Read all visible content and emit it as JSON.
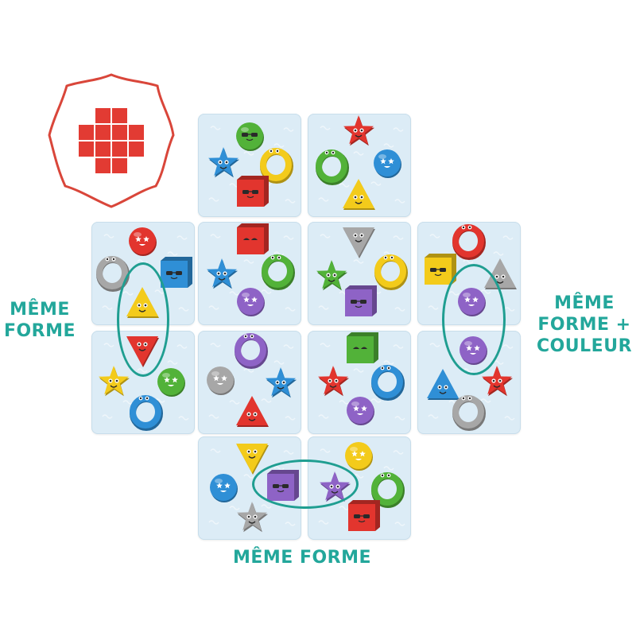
{
  "labels": {
    "left": "MÊME\nFORME",
    "right": "MÊME\nFORME +\nCOULEUR",
    "bottom": "MÊME FORME"
  },
  "badge": {
    "icon": "cross-grid-pattern-icon",
    "border_color": "#d9463a",
    "square_color": "#e23b33"
  },
  "colors": {
    "accent": "#23a79b",
    "tile_background": "#dcecf6",
    "red": "#e2352e",
    "blue": "#2f8fd6",
    "yellow": "#f3cb1b",
    "green": "#52b239",
    "purple": "#8e63c6",
    "grey": "#a7a7a7"
  },
  "tiles": [
    {
      "id": "r0c1",
      "shapes": [
        {
          "type": "circle",
          "color": "green",
          "face": "sunglasses"
        },
        {
          "type": "star",
          "color": "blue",
          "face": "smile"
        },
        {
          "type": "ring",
          "color": "yellow"
        },
        {
          "type": "square",
          "color": "red",
          "face": "sunglasses"
        }
      ]
    },
    {
      "id": "r0c2",
      "shapes": [
        {
          "type": "star",
          "color": "red",
          "face": "smile"
        },
        {
          "type": "ring",
          "color": "green"
        },
        {
          "type": "circle",
          "color": "blue",
          "face": "star-eyes"
        },
        {
          "type": "triangle",
          "color": "yellow",
          "face": "smile"
        }
      ]
    },
    {
      "id": "r1c0",
      "shapes": [
        {
          "type": "circle",
          "color": "red",
          "face": "star-eyes"
        },
        {
          "type": "ring",
          "color": "grey"
        },
        {
          "type": "square",
          "color": "blue",
          "face": "sunglasses"
        },
        {
          "type": "triangle",
          "color": "yellow",
          "face": "smile"
        }
      ]
    },
    {
      "id": "r1c1",
      "shapes": [
        {
          "type": "square",
          "color": "red",
          "face": "sleepy"
        },
        {
          "type": "star",
          "color": "blue",
          "face": "smile"
        },
        {
          "type": "ring",
          "color": "green"
        },
        {
          "type": "circle",
          "color": "purple",
          "face": "star-eyes"
        }
      ]
    },
    {
      "id": "r1c2",
      "shapes": [
        {
          "type": "triangle-down",
          "color": "grey",
          "face": "smile"
        },
        {
          "type": "star",
          "color": "green",
          "face": "smile"
        },
        {
          "type": "ring",
          "color": "yellow"
        },
        {
          "type": "square",
          "color": "purple",
          "face": "sunglasses"
        }
      ]
    },
    {
      "id": "r1c3",
      "shapes": [
        {
          "type": "ring",
          "color": "red"
        },
        {
          "type": "square",
          "color": "yellow",
          "face": "sunglasses"
        },
        {
          "type": "triangle",
          "color": "grey",
          "face": "smile"
        },
        {
          "type": "circle",
          "color": "purple",
          "face": "star-eyes"
        }
      ]
    },
    {
      "id": "r2c0",
      "shapes": [
        {
          "type": "triangle-down",
          "color": "red",
          "face": "smile"
        },
        {
          "type": "star",
          "color": "yellow",
          "face": "smile"
        },
        {
          "type": "circle",
          "color": "green",
          "face": "star-eyes"
        },
        {
          "type": "ring",
          "color": "blue"
        }
      ]
    },
    {
      "id": "r2c1",
      "shapes": [
        {
          "type": "ring",
          "color": "purple"
        },
        {
          "type": "circle",
          "color": "grey",
          "face": "star-eyes"
        },
        {
          "type": "star",
          "color": "blue",
          "face": "smile"
        },
        {
          "type": "triangle",
          "color": "red",
          "face": "smile"
        }
      ]
    },
    {
      "id": "r2c2",
      "shapes": [
        {
          "type": "square",
          "color": "green",
          "face": "sleepy"
        },
        {
          "type": "star",
          "color": "red",
          "face": "smile"
        },
        {
          "type": "ring",
          "color": "blue"
        },
        {
          "type": "circle",
          "color": "purple",
          "face": "star-eyes"
        }
      ]
    },
    {
      "id": "r2c3",
      "shapes": [
        {
          "type": "circle",
          "color": "purple",
          "face": "star-eyes"
        },
        {
          "type": "triangle",
          "color": "blue",
          "face": "smile"
        },
        {
          "type": "star",
          "color": "red",
          "face": "smile"
        },
        {
          "type": "ring",
          "color": "grey"
        }
      ]
    },
    {
      "id": "r3c1",
      "shapes": [
        {
          "type": "triangle-down",
          "color": "yellow",
          "face": "smile"
        },
        {
          "type": "circle",
          "color": "blue",
          "face": "star-eyes"
        },
        {
          "type": "square",
          "color": "purple",
          "face": "sunglasses"
        },
        {
          "type": "star",
          "color": "grey",
          "face": "smile"
        }
      ]
    },
    {
      "id": "r3c2",
      "shapes": [
        {
          "type": "circle",
          "color": "yellow",
          "face": "star-eyes"
        },
        {
          "type": "star",
          "color": "purple",
          "face": "smile"
        },
        {
          "type": "ring",
          "color": "green"
        },
        {
          "type": "square",
          "color": "red",
          "face": "sunglasses"
        }
      ]
    }
  ]
}
